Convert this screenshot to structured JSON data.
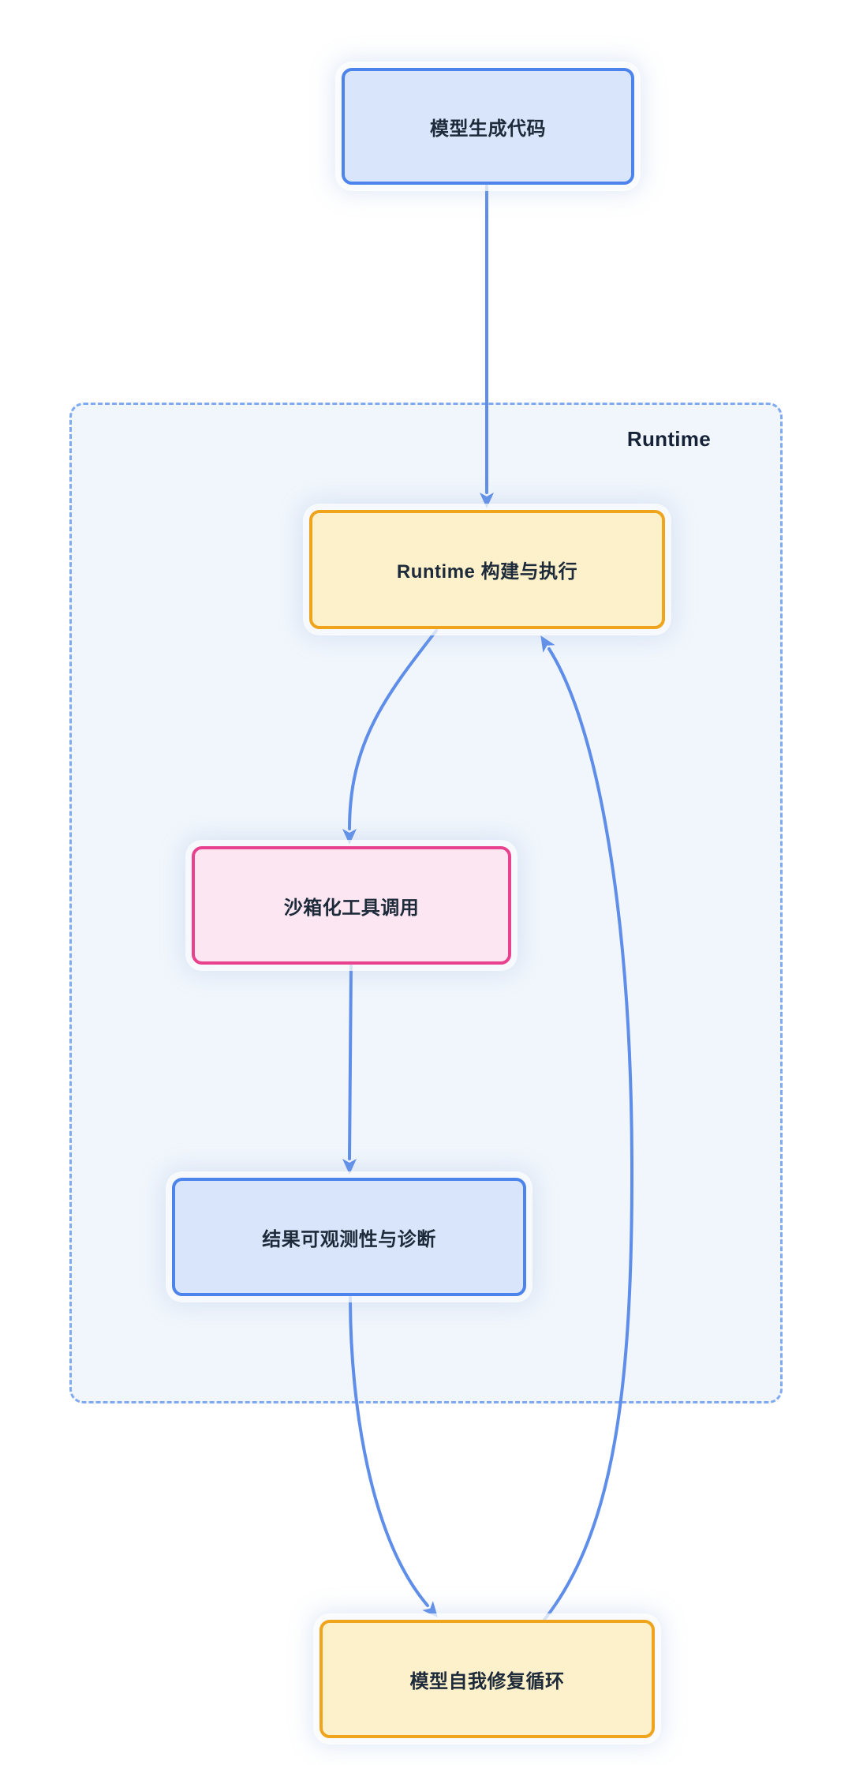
{
  "diagram": {
    "type": "flowchart",
    "direction": "top-down",
    "container": {
      "label": "Runtime"
    },
    "nodes": [
      {
        "id": "model-generates-code",
        "label": "模型生成代码",
        "style": "blue",
        "in_container": false
      },
      {
        "id": "runtime-build-execute",
        "label": "Runtime 构建与执行",
        "style": "yellow",
        "in_container": true
      },
      {
        "id": "sandboxed-tool-calls",
        "label": "沙箱化工具调用",
        "style": "pink",
        "in_container": true
      },
      {
        "id": "result-observability-diagnostics",
        "label": "结果可观测性与诊断",
        "style": "blue",
        "in_container": true
      },
      {
        "id": "model-self-repair-loop",
        "label": "模型自我修复循环",
        "style": "yellow",
        "in_container": false
      }
    ],
    "edges": [
      {
        "from": "model-generates-code",
        "to": "runtime-build-execute"
      },
      {
        "from": "runtime-build-execute",
        "to": "sandboxed-tool-calls"
      },
      {
        "from": "sandboxed-tool-calls",
        "to": "result-observability-diagnostics"
      },
      {
        "from": "result-observability-diagnostics",
        "to": "model-self-repair-loop"
      },
      {
        "from": "model-self-repair-loop",
        "to": "runtime-build-execute"
      }
    ]
  },
  "colors": {
    "canvas_background": "#FFFFFF",
    "node_blue_fill": "#D8E5FA",
    "node_blue_border": "#4C84EC",
    "node_yellow_fill": "#FDF1CB",
    "node_yellow_border": "#F0A41C",
    "node_pink_fill": "#FBE6F2",
    "node_pink_border": "#E8428F",
    "container_fill": "#F1F6FC",
    "container_border": "#7FA9F0",
    "arrow": "#5E8EE9",
    "node_text": "#1D2A3A",
    "container_label_text": "#152238"
  }
}
